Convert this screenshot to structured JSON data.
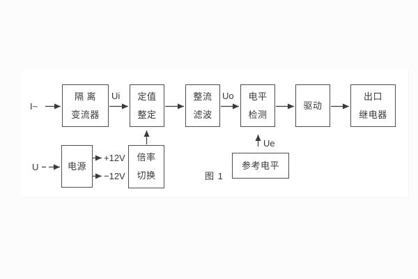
{
  "figure": {
    "caption": "图 1"
  },
  "colors": {
    "line": "#3a3a3a",
    "background": "#fcfcfc",
    "panel": "#ffffff"
  },
  "blocks": {
    "isolation": {
      "line1": "隔 离",
      "line2": "变流器"
    },
    "setting": {
      "line1": "定值",
      "line2": "整定"
    },
    "rectify": {
      "line1": "整流",
      "line2": "滤波"
    },
    "level": {
      "line1": "电平",
      "line2": "检测"
    },
    "drive": {
      "label": "驱动"
    },
    "output": {
      "line1": "出口",
      "line2": "继电器"
    },
    "power": {
      "label": "电源"
    },
    "ratio": {
      "line1": "倍率",
      "line2": "切换"
    },
    "reference": {
      "label": "参考电平"
    }
  },
  "labels": {
    "input_current": "I~",
    "input_voltage": "U",
    "ui": "Ui",
    "uo": "Uo",
    "ue": "Ue",
    "plus12": "+12V",
    "minus12": "−12V"
  }
}
